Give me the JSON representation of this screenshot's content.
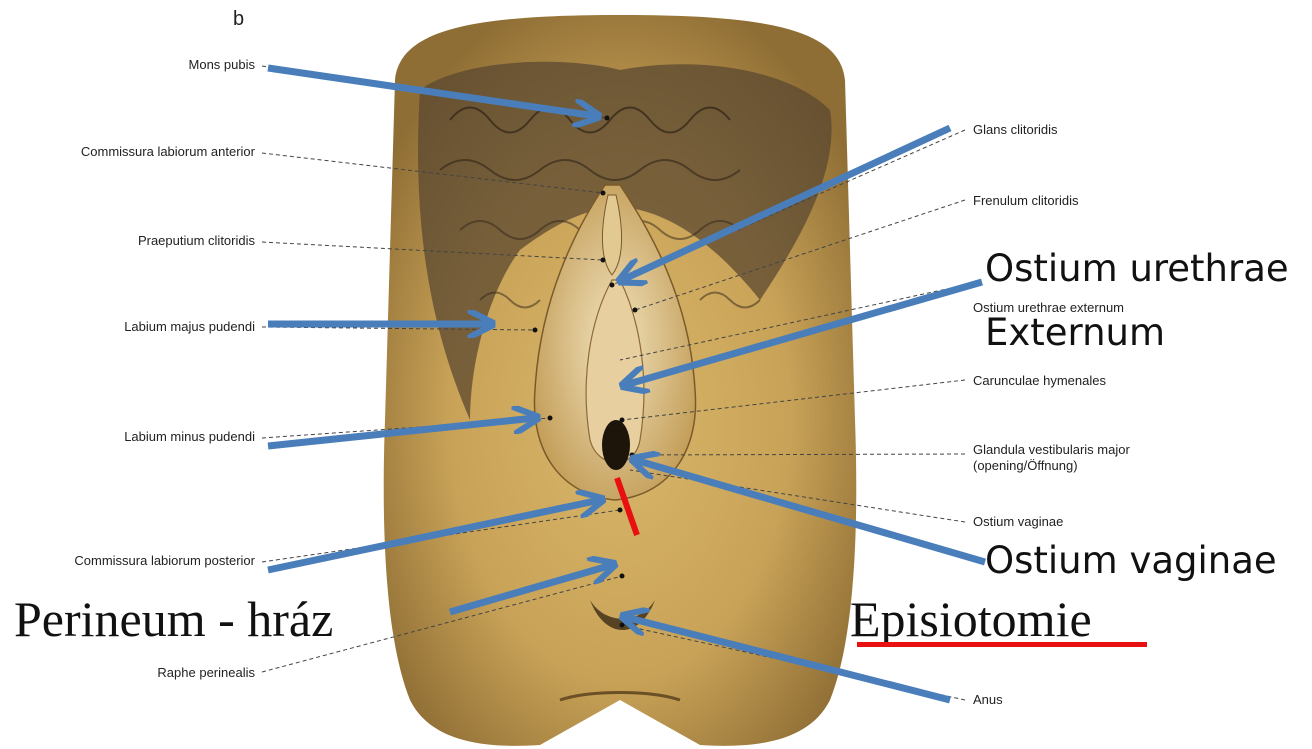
{
  "figure": {
    "panel_letter": "b",
    "small_labels": {
      "mons_pubis": "Mons pubis",
      "commissura_anterior": "Commissura labiorum anterior",
      "praeputium": "Praeputium clitoridis",
      "labium_majus": "Labium majus pudendi",
      "labium_minus": "Labium minus pudendi",
      "commissura_posterior": "Commissura labiorum posterior",
      "raphe": "Raphe perinealis",
      "glans": "Glans clitoridis",
      "frenulum": "Frenulum clitoridis",
      "ostium_urethrae_externum": "Ostium urethrae externum",
      "carunculae": "Carunculae hymenales",
      "glandula_line1": "Glandula vestibularis major",
      "glandula_line2": "(opening/Öffnung)",
      "ostium_vaginae_small": "Ostium vaginae",
      "anus": "Anus"
    },
    "large_labels": {
      "ostium_urethrae_line1": "Ostium urethrae",
      "ostium_urethrae_line2": "Externum",
      "ostium_vaginae": "Ostium vaginae",
      "perineum": "Perineum - hráz",
      "episiotomie": "Episiotomie"
    },
    "colors": {
      "arrow": "#4a7ebb",
      "episiotomy_mark": "#e81010",
      "skin": "#c8a257",
      "hair": "#4a3a26",
      "leader_line": "#444444"
    }
  }
}
